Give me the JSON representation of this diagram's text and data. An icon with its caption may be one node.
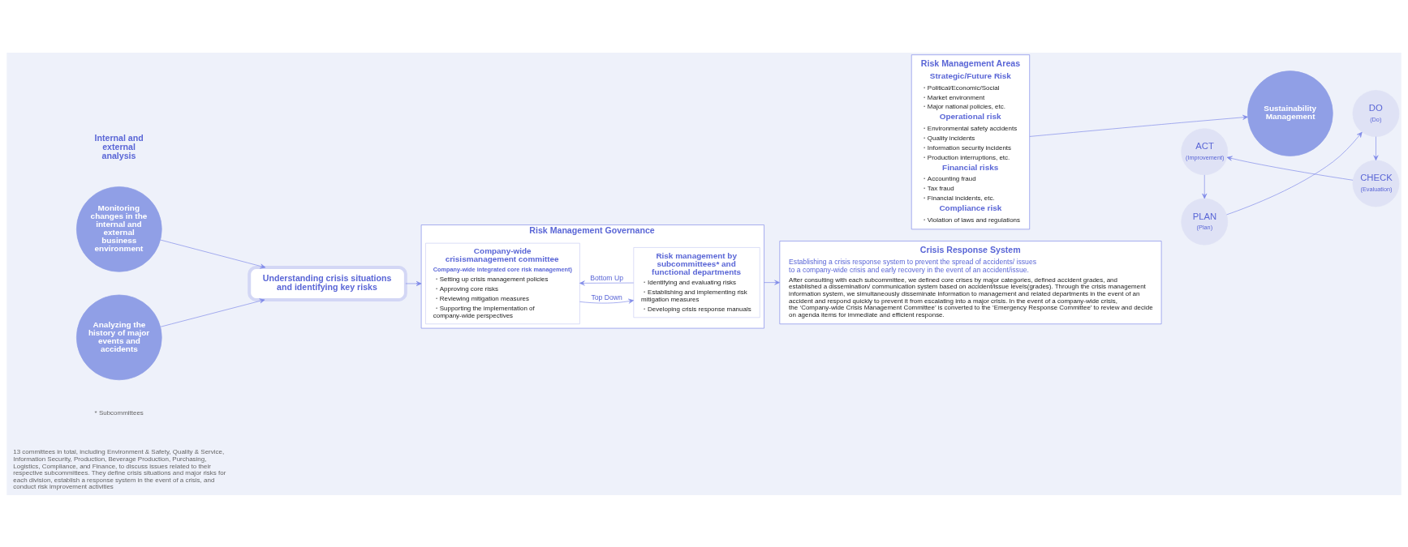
{
  "diagram": {
    "nodes": [
      {
        "text": [
          "Monitoring changes in the internal and external business environment"
        ]
      },
      {
        "text": [
          "Analyzing the history of major events and accidents"
        ]
      },
      {
        "text": [
          "Understanding crisis situations and identifying key risks"
        ]
      },
      {
        "text": [
          "Risk Management Governance"
        ]
      },
      {
        "text": [
          "Company-wide crisismanagement committee",
          "Company-wide integrated core risk management)",
          "・Setting up crisis management policies",
          "・Approving core risks",
          "・Reviewing mitigation measures",
          "・Supporting the implementation of company-wide perspectives"
        ],
        "in": 3
      },
      {
        "text": [
          "Risk management by subcommittees* and functional departments",
          "・Identifying and evaluating risks",
          "・Establishing and implementing risk mitigation measures",
          "・Developing crisis response manuals"
        ],
        "in": 3
      },
      {
        "text": [
          "Risk Management Areas",
          "Strategic/Future Risk",
          "・Political/Economic/Social",
          "・Market environment",
          "・Major national policies, etc.",
          "Operational risk",
          "・Environmental safety accidents",
          "・Quality incidents",
          "・Information security incidents",
          "・Production interruptions, etc.",
          "Financial risks",
          "・Accounting fraud",
          "・Tax fraud",
          "・Financial incidents, etc.",
          "Compliance risk",
          "・Violation of laws and regulations"
        ]
      },
      {
        "text": [
          "PLAN",
          "(Plan)"
        ]
      },
      {
        "text": [
          "DO",
          "(Do)"
        ]
      },
      {
        "text": [
          "Sustainability Management"
        ]
      },
      {
        "text": [
          "ACT",
          "(Improvement)"
        ]
      },
      {
        "text": [
          "CHECK",
          "(Evaluation)"
        ]
      },
      {
        "text": [
          "Crisis Response System",
          "Establishing a crisis response system to prevent the spread of accidents/ issues to a company-wide crisis and early recovery in the event of an accident/issue.",
          "After consulting with each subcommittee, we defined core crises by major categories, defined accident grades, and established a dissemination/ communication system based on accident/issue levels(grades). Through the crisis management information system, we simultaneously disseminate information to management and related departments in the event of an accident and respond quickly to prevent it from escalating into a major crisis. In the event of a company-wide crisis, the ‘Company-wide Crisis Management Committee’ is converted to the ‘Emergency Response Committee’ to review and decide on agenda items for immediate and efficient response."
        ]
      }
    ],
    "edges": [
      {
        "from": 0,
        "to": 2,
        "arrow": "to"
      },
      {
        "from": 1,
        "to": 2,
        "arrow": "to"
      },
      {
        "from": 2,
        "to": 3,
        "arrow": "to"
      },
      {
        "from": 4,
        "to": 5,
        "arrow": "to",
        "label": "Top Down"
      },
      {
        "from": 5,
        "to": 4,
        "arrow": "to",
        "label": "Bottom Up"
      },
      {
        "from": 3,
        "to": 12,
        "arrow": "to"
      },
      {
        "from": 6,
        "to": 9,
        "arrow": "to"
      },
      {
        "from": 7,
        "to": 8,
        "arrow": "to"
      },
      {
        "from": 8,
        "to": 11,
        "arrow": "to"
      },
      {
        "from": 11,
        "to": 10,
        "arrow": "to"
      },
      {
        "from": 10,
        "to": 7,
        "arrow": "to"
      }
    ],
    "labels": [
      "Internal and external analysis",
      "* Subcommittees",
      "13 committees in total, including Environment & Safety, Quality & Service, Information Security, Production, Beverage Production, Purchasing, Logistics, Compliance, and Finance, to discuss issues related to their respective subcommittees. They define crisis situations and major risks for each division, establish a response system in the event of a crisis, and conduct risk improvement activities"
    ]
  }
}
